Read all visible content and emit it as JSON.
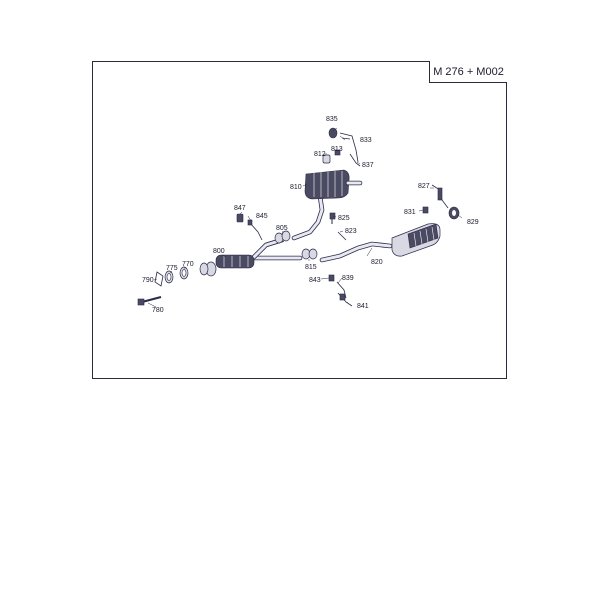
{
  "model_label": "M 276 + M002",
  "parts": {
    "p835": "835",
    "p833": "833",
    "p812": "812",
    "p813": "813",
    "p837": "837",
    "p810": "810",
    "p827": "827",
    "p831": "831",
    "p829": "829",
    "p847": "847",
    "p845": "845",
    "p825": "825",
    "p805": "805",
    "p823": "823",
    "p800": "800",
    "p820": "820",
    "p815": "815",
    "p775": "775",
    "p770": "770",
    "p790": "790",
    "p843": "843",
    "p839": "839",
    "p841": "841",
    "p780": "780"
  }
}
